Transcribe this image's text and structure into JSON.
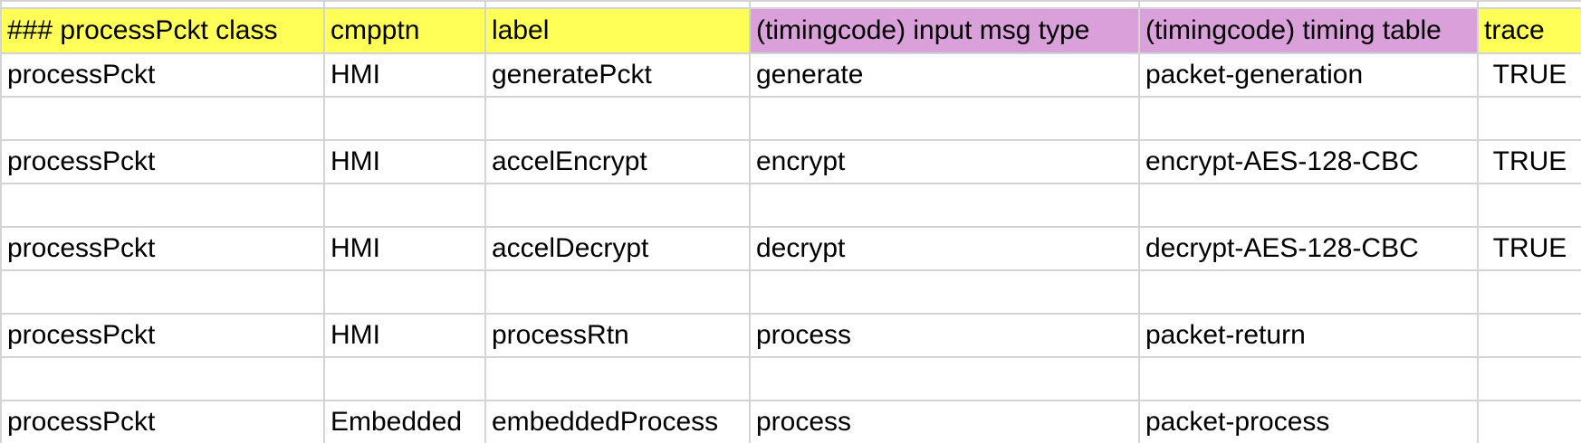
{
  "colors": {
    "header_yellow": "#ffff57",
    "header_purple": "#d9a0d9",
    "gridline": "#d4d4d4"
  },
  "header": {
    "col0": "### processPckt class",
    "col1": "cmpptn",
    "col2": "label",
    "col3": "(timingcode) input msg type",
    "col4": "(timingcode) timing table",
    "col5": "trace"
  },
  "rows": [
    {
      "class": "processPckt",
      "cmpptn": "HMI",
      "label": "generatePckt",
      "msg_type": "generate",
      "timing_table": "packet-generation",
      "trace": "TRUE"
    },
    {
      "class": "processPckt",
      "cmpptn": "HMI",
      "label": "accelEncrypt",
      "msg_type": "encrypt",
      "timing_table": "encrypt-AES-128-CBC",
      "trace": "TRUE"
    },
    {
      "class": "processPckt",
      "cmpptn": "HMI",
      "label": "accelDecrypt",
      "msg_type": "decrypt",
      "timing_table": "decrypt-AES-128-CBC",
      "trace": "TRUE"
    },
    {
      "class": "processPckt",
      "cmpptn": "HMI",
      "label": "processRtn",
      "msg_type": "process",
      "timing_table": "packet-return",
      "trace": ""
    },
    {
      "class": "processPckt",
      "cmpptn": "Embedded",
      "label": "embeddedProcess",
      "msg_type": "process",
      "timing_table": "packet-process",
      "trace": ""
    }
  ]
}
